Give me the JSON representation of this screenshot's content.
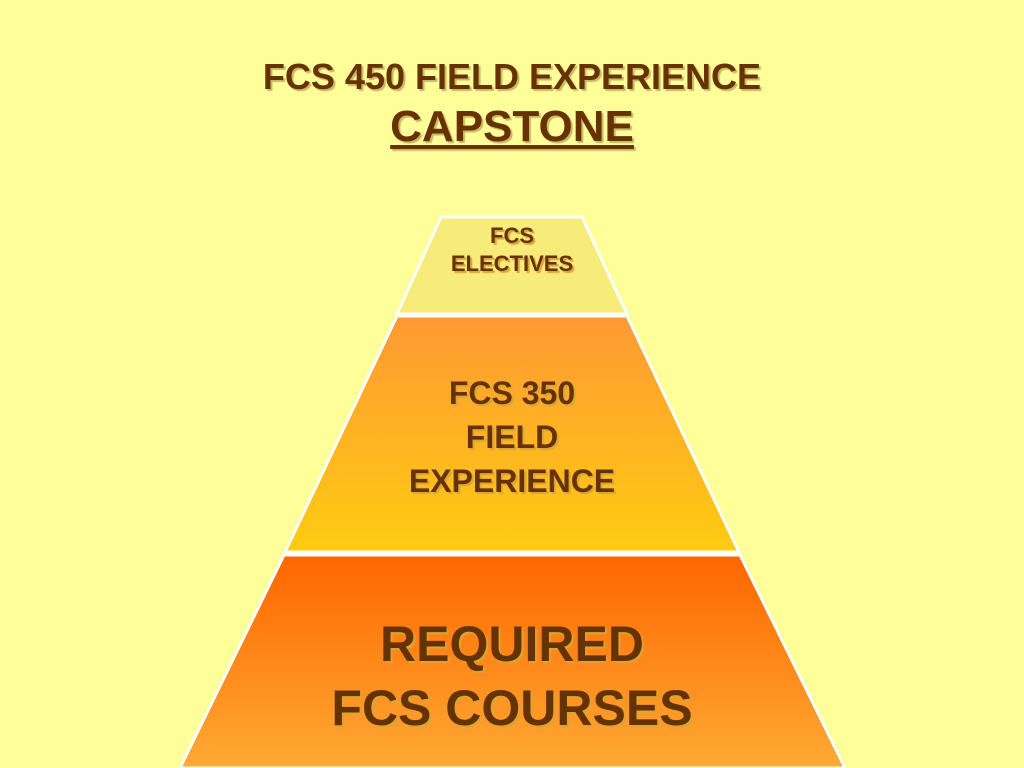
{
  "title": {
    "line1": "FCS 450 FIELD EXPERIENCE",
    "line2": "CAPSTONE"
  },
  "pyramid": {
    "tiers": [
      {
        "lines": [
          "FCS",
          "ELECTIVES"
        ],
        "color": "#f7ec7a"
      },
      {
        "lines": [
          "FCS 350",
          "FIELD",
          "EXPERIENCE"
        ],
        "color_top": "#ff9933",
        "color_bottom": "#ffcc11"
      },
      {
        "lines": [
          "REQUIRED",
          "FCS COURSES"
        ],
        "color_top": "#ff6600",
        "color_bottom": "#ffaa33"
      }
    ],
    "text_color": "#663300",
    "border_color": "#ffffff"
  }
}
